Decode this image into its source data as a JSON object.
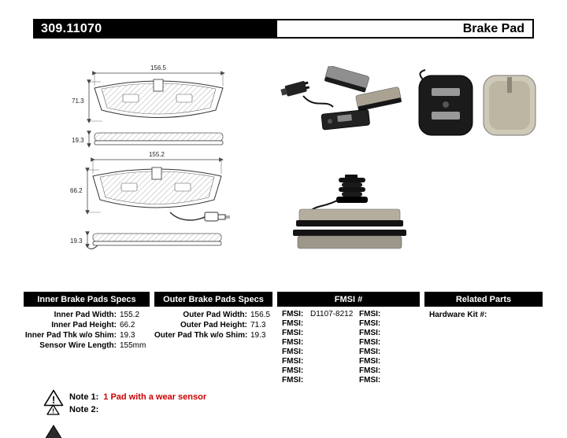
{
  "header": {
    "part_number": "309.11070",
    "product_name": "Brake Pad"
  },
  "drawings": {
    "outer_front": {
      "width": "156.5",
      "height": "71.3"
    },
    "outer_profile": {
      "thickness": "19.3"
    },
    "inner_front": {
      "width": "155.2",
      "height": "66.2"
    },
    "inner_profile": {
      "thickness": "19.3"
    }
  },
  "tables": {
    "inner_specs": {
      "title": "Inner Brake Pads Specs",
      "rows": [
        {
          "label": "Inner Pad Width:",
          "value": "155.2"
        },
        {
          "label": "Inner Pad Height:",
          "value": "66.2"
        },
        {
          "label": "Inner Pad Thk w/o Shim:",
          "value": "19.3"
        },
        {
          "label": "Sensor Wire Length:",
          "value": "155mm"
        }
      ]
    },
    "outer_specs": {
      "title": "Outer Brake Pads Specs",
      "rows": [
        {
          "label": "Outer Pad Width:",
          "value": "156.5"
        },
        {
          "label": "Outer Pad Height:",
          "value": "71.3"
        },
        {
          "label": "Outer Pad Thk w/o Shim:",
          "value": "19.3"
        }
      ]
    },
    "fmsi": {
      "title": "FMSI #",
      "rows": [
        {
          "label_left": "FMSI:",
          "value_left": "D1107-8212",
          "label_right": "FMSI:",
          "value_right": ""
        },
        {
          "label_left": "FMSI:",
          "value_left": "",
          "label_right": "FMSI:",
          "value_right": ""
        },
        {
          "label_left": "FMSI:",
          "value_left": "",
          "label_right": "FMSI:",
          "value_right": ""
        },
        {
          "label_left": "FMSI:",
          "value_left": "",
          "label_right": "FMSI:",
          "value_right": ""
        },
        {
          "label_left": "FMSI:",
          "value_left": "",
          "label_right": "FMSI:",
          "value_right": ""
        },
        {
          "label_left": "FMSI:",
          "value_left": "",
          "label_right": "FMSI:",
          "value_right": ""
        },
        {
          "label_left": "FMSI:",
          "value_left": "",
          "label_right": "FMSI:",
          "value_right": ""
        },
        {
          "label_left": "FMSI:",
          "value_left": "",
          "label_right": "FMSI:",
          "value_right": ""
        }
      ]
    },
    "related_parts": {
      "title": "Related Parts",
      "rows": [
        {
          "label": "Hardware Kit #:",
          "value": ""
        }
      ]
    }
  },
  "notes": {
    "note1": {
      "label": "Note 1:",
      "text": "1 Pad with a wear sensor"
    },
    "note2": {
      "label": "Note 2:",
      "text": ""
    }
  },
  "colors": {
    "header_bar": "#000000",
    "note_highlight": "#cc0000"
  }
}
